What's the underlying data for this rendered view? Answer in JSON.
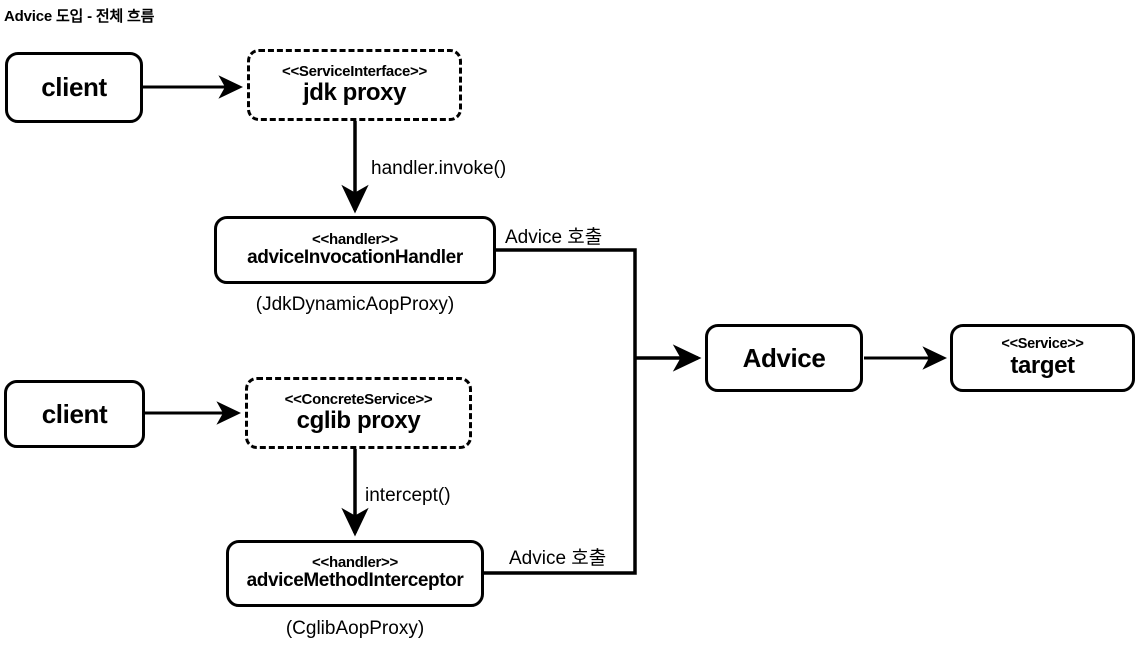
{
  "title": "Advice 도입 - 전체 흐름",
  "nodes": {
    "client_top": {
      "name": "client"
    },
    "jdk_proxy": {
      "stereotype": "<<ServiceInterface>>",
      "name": "jdk proxy"
    },
    "advice_invocation_handler": {
      "stereotype": "<<handler>>",
      "name": "adviceInvocationHandler",
      "caption": "(JdkDynamicAopProxy)"
    },
    "client_bottom": {
      "name": "client"
    },
    "cglib_proxy": {
      "stereotype": "<<ConcreteService>>",
      "name": "cglib proxy"
    },
    "advice_method_interceptor": {
      "stereotype": "<<handler>>",
      "name": "adviceMethodInterceptor",
      "caption": "(CglibAopProxy)"
    },
    "advice": {
      "name": "Advice"
    },
    "target": {
      "stereotype": "<<Service>>",
      "name": "target"
    }
  },
  "edge_labels": {
    "handler_invoke": "handler.invoke()",
    "intercept": "intercept()",
    "advice_call_top": "Advice 호출",
    "advice_call_bottom": "Advice 호출"
  },
  "colors": {
    "stroke": "#000000",
    "background": "#ffffff",
    "text": "#000000"
  }
}
